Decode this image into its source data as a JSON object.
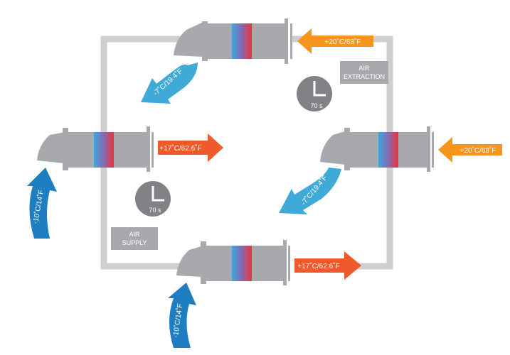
{
  "labels": {
    "air_extraction_line1": "AIR",
    "air_extraction_line2": "EXTRACTION",
    "air_supply_line1": "AIR",
    "air_supply_line2": "SUPPLY",
    "timer_top": "70 s",
    "timer_bottom": "70 s"
  },
  "arrows": {
    "top_right_in": "+20˚C/68˚F",
    "top_left_out": "-7˚C/19.4˚F",
    "left_out": "+17˚C/62.6˚F",
    "left_in": "-10˚C/14˚F",
    "right_in": "+20˚C/68˚F",
    "right_out": "-7˚C/19.4˚F",
    "bottom_out": "+17˚C/62.6˚F",
    "bottom_in": "-10˚C/14˚F"
  },
  "colors": {
    "frame": "#cfcfcf",
    "unit_body": "#a7a9ac",
    "label_box": "#a7a9ac",
    "timer": "#808285",
    "cold_blue": "#3fa9d8",
    "cold_blue_dark": "#1f7dc1",
    "warm_red": "#ee5a2b",
    "warm_orange": "#f7941d"
  }
}
